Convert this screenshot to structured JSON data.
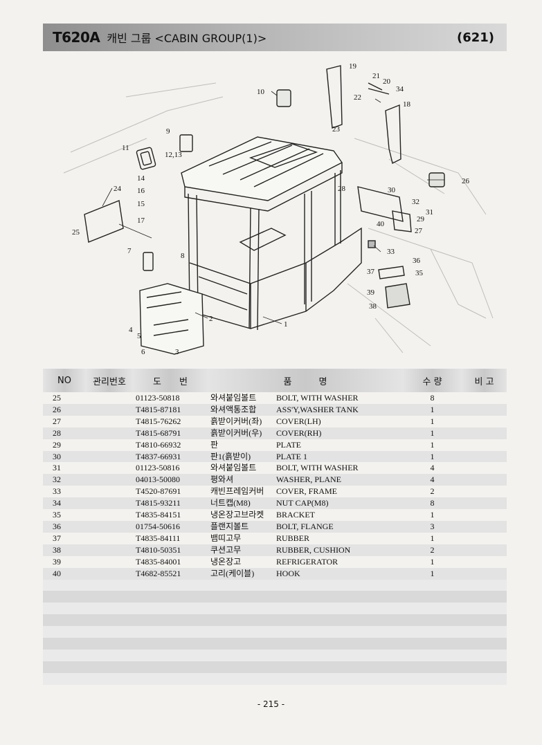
{
  "header": {
    "model": "T620A",
    "title": "캐빈 그룹 <CABIN GROUP(1)>",
    "page_ref": "(621)"
  },
  "diagram": {
    "callouts": [
      "1",
      "2",
      "3",
      "4",
      "5",
      "6",
      "7",
      "8",
      "9",
      "10",
      "11",
      "12,13",
      "14",
      "15",
      "16",
      "17",
      "18",
      "19",
      "20",
      "21",
      "22",
      "23",
      "24",
      "25",
      "26",
      "27",
      "28",
      "29",
      "30",
      "31",
      "32",
      "33",
      "34",
      "35",
      "36",
      "37",
      "38",
      "39",
      "40"
    ]
  },
  "table": {
    "columns": {
      "no": "NO",
      "mgmt_no": "관리번호",
      "drawing_no": "도　　번",
      "part_name": "품　　　명",
      "qty": "수 량",
      "remarks": "비 고"
    },
    "rows": [
      {
        "no": "25",
        "mgmt_no": "",
        "drawing_no": "01123-50818",
        "name_kr": "와셔붙임볼트",
        "name_en": "BOLT, WITH WASHER",
        "qty": "8",
        "remarks": ""
      },
      {
        "no": "26",
        "mgmt_no": "",
        "drawing_no": "T4815-87181",
        "name_kr": "와셔액통조합",
        "name_en": "ASS'Y,WASHER TANK",
        "qty": "1",
        "remarks": ""
      },
      {
        "no": "27",
        "mgmt_no": "",
        "drawing_no": "T4815-76262",
        "name_kr": "흙받이커버(좌)",
        "name_en": "COVER(LH)",
        "qty": "1",
        "remarks": ""
      },
      {
        "no": "28",
        "mgmt_no": "",
        "drawing_no": "T4815-68791",
        "name_kr": "흙받이커버(우)",
        "name_en": "COVER(RH)",
        "qty": "1",
        "remarks": ""
      },
      {
        "no": "29",
        "mgmt_no": "",
        "drawing_no": "T4810-66932",
        "name_kr": "판",
        "name_en": "PLATE",
        "qty": "1",
        "remarks": ""
      },
      {
        "no": "30",
        "mgmt_no": "",
        "drawing_no": "T4837-66931",
        "name_kr": "판1(흙받이)",
        "name_en": "PLATE 1",
        "qty": "1",
        "remarks": ""
      },
      {
        "no": "31",
        "mgmt_no": "",
        "drawing_no": "01123-50816",
        "name_kr": "와셔붙임볼트",
        "name_en": "BOLT, WITH WASHER",
        "qty": "4",
        "remarks": ""
      },
      {
        "no": "32",
        "mgmt_no": "",
        "drawing_no": "04013-50080",
        "name_kr": "평와셔",
        "name_en": "WASHER, PLANE",
        "qty": "4",
        "remarks": ""
      },
      {
        "no": "33",
        "mgmt_no": "",
        "drawing_no": "T4520-87691",
        "name_kr": "캐빈프레임커버",
        "name_en": "COVER, FRAME",
        "qty": "2",
        "remarks": ""
      },
      {
        "no": "34",
        "mgmt_no": "",
        "drawing_no": "T4815-93211",
        "name_kr": "너트캡(M8)",
        "name_en": "NUT CAP(M8)",
        "qty": "8",
        "remarks": ""
      },
      {
        "no": "35",
        "mgmt_no": "",
        "drawing_no": "T4835-84151",
        "name_kr": "냉온장고브라켓",
        "name_en": "BRACKET",
        "qty": "1",
        "remarks": ""
      },
      {
        "no": "36",
        "mgmt_no": "",
        "drawing_no": "01754-50616",
        "name_kr": "플랜지볼트",
        "name_en": "BOLT, FLANGE",
        "qty": "3",
        "remarks": ""
      },
      {
        "no": "37",
        "mgmt_no": "",
        "drawing_no": "T4835-84111",
        "name_kr": "뱀띠고무",
        "name_en": "RUBBER",
        "qty": "1",
        "remarks": ""
      },
      {
        "no": "38",
        "mgmt_no": "",
        "drawing_no": "T4810-50351",
        "name_kr": "쿠션고무",
        "name_en": "RUBBER, CUSHION",
        "qty": "2",
        "remarks": ""
      },
      {
        "no": "39",
        "mgmt_no": "",
        "drawing_no": "T4835-84001",
        "name_kr": "냉온장고",
        "name_en": "REFRIGERATOR",
        "qty": "1",
        "remarks": ""
      },
      {
        "no": "40",
        "mgmt_no": "",
        "drawing_no": "T4682-85521",
        "name_kr": "고리(케이블)",
        "name_en": "HOOK",
        "qty": "1",
        "remarks": ""
      }
    ],
    "empty_rows": 9
  },
  "footer": {
    "page_number": "- 215 -"
  }
}
